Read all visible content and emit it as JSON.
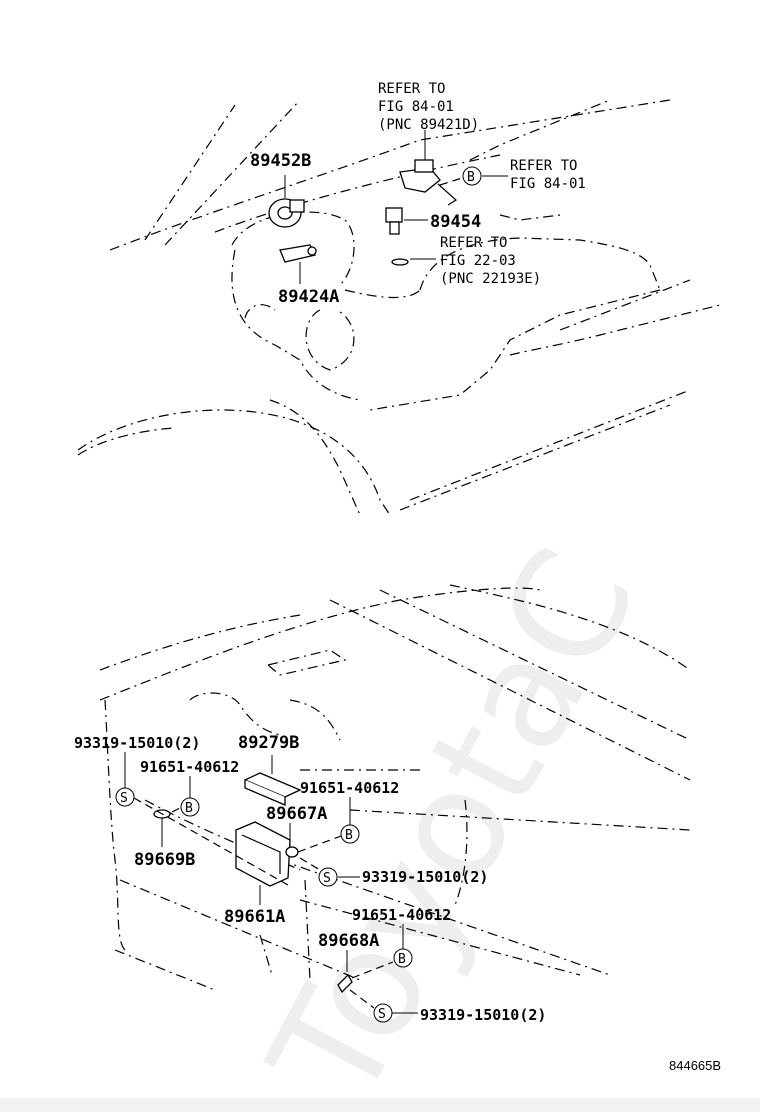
{
  "watermark": "ToyotaC",
  "figure_code": "844665B",
  "top_section": {
    "parts": [
      "89452B",
      "89424A",
      "89454"
    ],
    "refs": {
      "ref1": [
        "REFER TO",
        "FIG 84-01",
        "(PNC 89421D)"
      ],
      "ref2": [
        "REFER TO",
        "FIG 84-01"
      ],
      "ref3": [
        "REFER TO",
        "FIG 22-03",
        "(PNC 22193E)"
      ]
    },
    "symbol_b": "B"
  },
  "bottom_section": {
    "parts": [
      "89279B",
      "89667A",
      "89669B",
      "89661A",
      "89668A"
    ],
    "bolts": [
      "93319-15010(2)",
      "93319-15010(2)",
      "93319-15010(2)"
    ],
    "clips": [
      "91651-40612",
      "91651-40612",
      "91651-40612"
    ],
    "symbol_s": "S",
    "symbol_b": "B"
  }
}
